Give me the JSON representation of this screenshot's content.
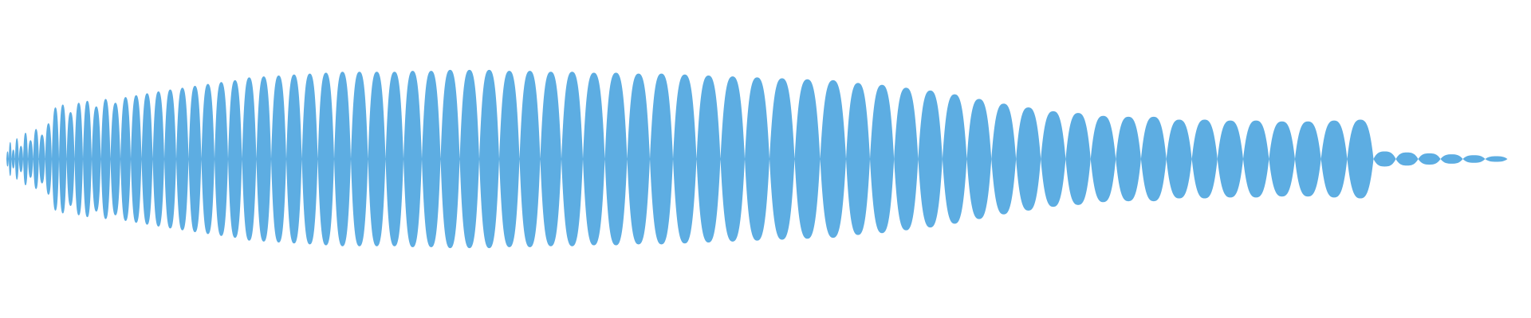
{
  "waveform": {
    "color": "#5DADE2",
    "background": "#ffffff",
    "lobes": [
      0.08,
      0.18,
      0.1,
      0.22,
      0.14,
      0.28,
      0.2,
      0.32,
      0.26,
      0.38,
      0.55,
      0.58,
      0.5,
      0.6,
      0.62,
      0.56,
      0.64,
      0.6,
      0.66,
      0.68,
      0.7,
      0.72,
      0.74,
      0.76,
      0.78,
      0.8,
      0.82,
      0.84,
      0.87,
      0.88,
      0.89,
      0.9,
      0.91,
      0.92,
      0.93,
      0.93,
      0.93,
      0.93,
      0.94,
      0.94,
      0.95,
      0.95,
      0.95,
      0.94,
      0.94,
      0.93,
      0.93,
      0.92,
      0.92,
      0.91,
      0.91,
      0.9,
      0.89,
      0.88,
      0.87,
      0.86,
      0.85,
      0.84,
      0.81,
      0.79,
      0.76,
      0.73,
      0.69,
      0.64,
      0.59,
      0.55,
      0.51,
      0.49,
      0.46,
      0.45,
      0.45,
      0.42,
      0.42,
      0.41,
      0.41,
      0.4,
      0.4,
      0.41,
      0.42,
      0.08,
      0.07,
      0.06,
      0.05,
      0.04,
      0.03
    ]
  }
}
